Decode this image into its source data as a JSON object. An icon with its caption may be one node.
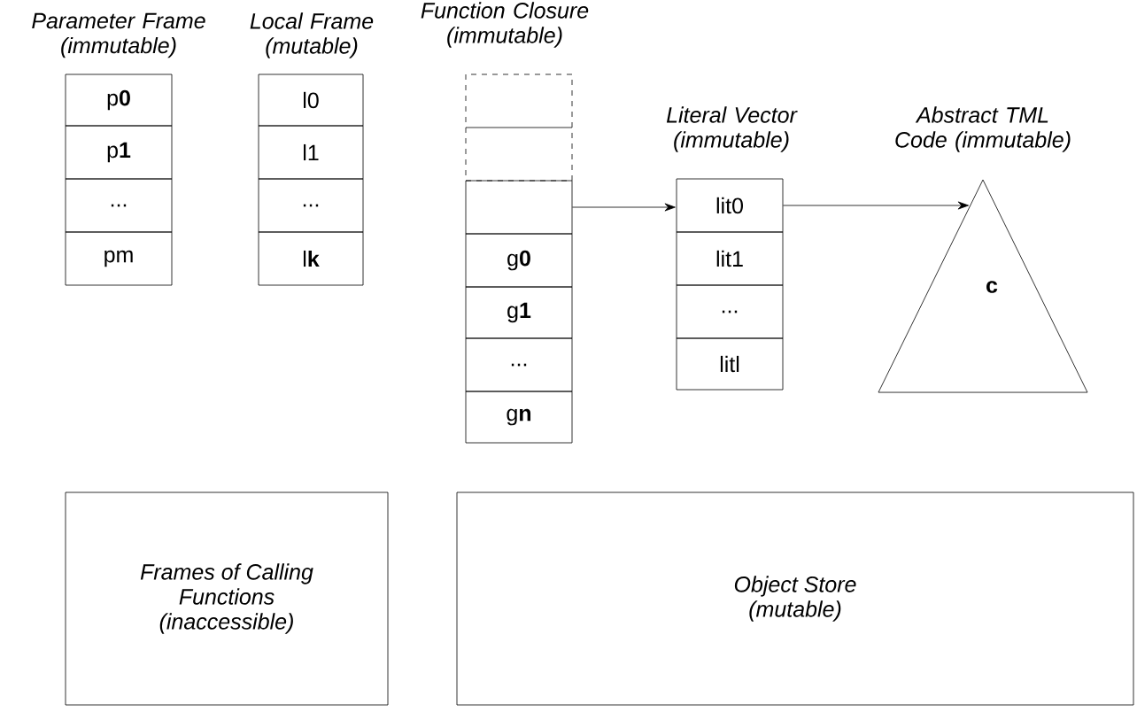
{
  "diagram": {
    "nodes": [
      {
        "text": [
          "p**0**"
        ]
      },
      {
        "text": [
          "p**1**"
        ]
      },
      {
        "text": [
          "..."
        ]
      },
      {
        "text": [
          "pm"
        ]
      },
      {
        "text": [
          "l0"
        ]
      },
      {
        "text": [
          "l1"
        ]
      },
      {
        "text": [
          "..."
        ]
      },
      {
        "text": [
          "l**k**"
        ]
      },
      {
        "text": [],
        "shape": "box"
      },
      {
        "text": [],
        "shape": "box"
      },
      {
        "text": [],
        "shape": "box"
      },
      {
        "text": [
          "g**0**"
        ]
      },
      {
        "text": [
          "g**1**"
        ]
      },
      {
        "text": [
          "..."
        ]
      },
      {
        "text": [
          "g**n**"
        ]
      },
      {
        "text": [
          "lit0"
        ]
      },
      {
        "text": [
          "lit1"
        ]
      },
      {
        "text": [
          "..."
        ]
      },
      {
        "text": [
          "litl"
        ]
      },
      {
        "text": [
          "**c**"
        ]
      },
      {
        "text": [
          "Frames of Calling Functions (inaccessible)"
        ]
      },
      {
        "text": [
          "Object Store (mutable)"
        ]
      }
    ],
    "edges": [
      {
        "from": 10,
        "to": 15,
        "arrow": "to"
      },
      {
        "from": 15,
        "to": 19,
        "arrow": "to"
      }
    ],
    "labels": [
      "Parameter Frame (immutable)",
      "Local Frame (mutable)",
      "Function Closure (immutable)",
      "Literal Vector (immutable)",
      "Abstract TML Code (immutable)"
    ]
  }
}
